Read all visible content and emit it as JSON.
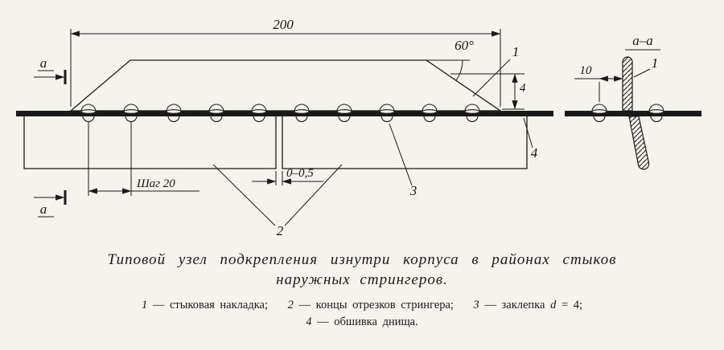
{
  "figure": {
    "main_view": {
      "dim_length": "200",
      "angle": "60°",
      "dim_plate": "4",
      "pitch_label": "Шаг 20",
      "gap_label": "0–0,5",
      "section_letter": "а",
      "callout_1": "1",
      "callout_2": "2",
      "callout_3": "3",
      "callout_4": "4"
    },
    "section_view": {
      "title": "а–а",
      "dim_offset": "10",
      "callout_1": "1"
    }
  },
  "caption": {
    "line1": "Типовой узел подкрепления изнутри корпуса в районах стыков",
    "line2": "наружных стрингеров."
  },
  "legend": {
    "items": [
      {
        "num": "1",
        "dash": "—",
        "text": "стыковая накладка;"
      },
      {
        "num": "2",
        "dash": "—",
        "text": "концы отрезков стрингера;"
      },
      {
        "num": "3",
        "dash": "—",
        "text": "заклепка",
        "var": "d",
        "eq": "= 4;"
      },
      {
        "num": "4",
        "dash": "—",
        "text": "обшивка днища."
      }
    ]
  },
  "colors": {
    "paper": "#f5f3ee",
    "ink": "#1a1a1a"
  }
}
